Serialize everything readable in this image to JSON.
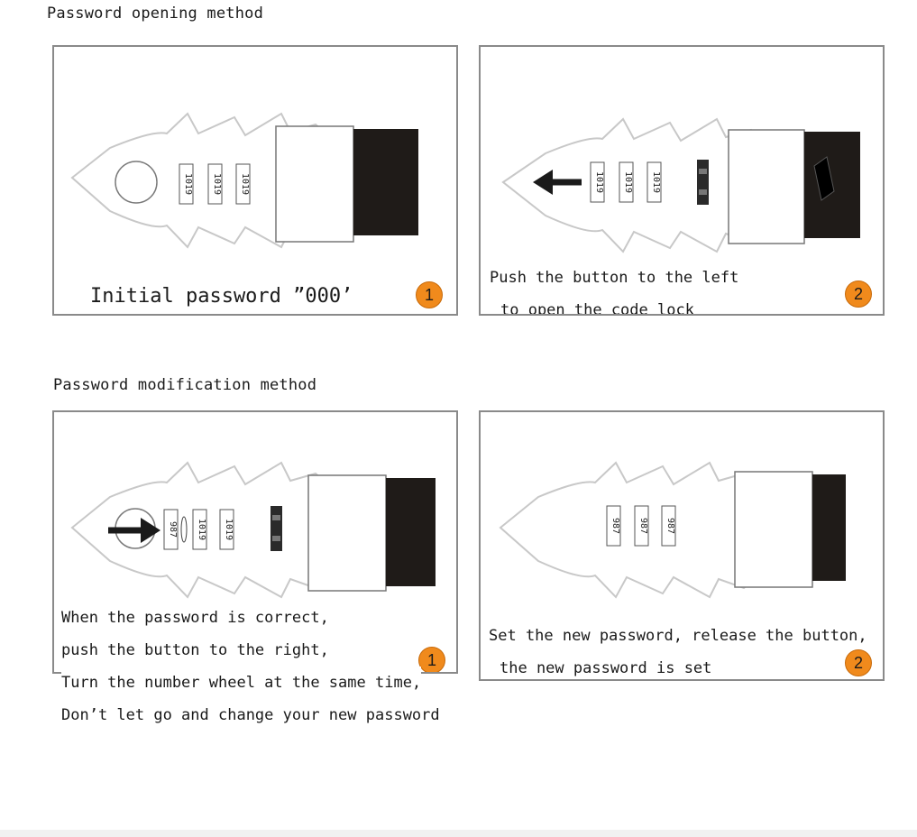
{
  "sections": {
    "opening": {
      "heading": "Password opening method"
    },
    "modification": {
      "heading": "Password modification method"
    }
  },
  "panels": [
    {
      "id": "open-1",
      "badge": "1",
      "wheel_digits": [
        [
          "1",
          "0",
          "1",
          "9"
        ],
        [
          "1",
          "0",
          "1",
          "9"
        ],
        [
          "1",
          "0",
          "1",
          "9"
        ]
      ],
      "caption_lines": [
        "Initial password ”000’"
      ]
    },
    {
      "id": "open-2",
      "badge": "2",
      "wheel_digits": [
        [
          "1",
          "0",
          "1",
          "9"
        ],
        [
          "1",
          "0",
          "1",
          "9"
        ],
        [
          "1",
          "0",
          "1",
          "9"
        ]
      ],
      "arrow": "left",
      "caption_lines": [
        "Push the button to the left",
        "to open the code lock"
      ]
    },
    {
      "id": "modify-1",
      "badge": "1",
      "wheel_digits": [
        [
          "9",
          "8",
          "7"
        ],
        [
          "1",
          "0",
          "1",
          "9"
        ],
        [
          "1",
          "0",
          "1",
          "9"
        ]
      ],
      "arrow": "right",
      "caption_lines": [
        "When the password is correct,",
        "push the button to the right,",
        "Turn the number wheel at the same time,",
        "Don’t let go and change your new password"
      ]
    },
    {
      "id": "modify-2",
      "badge": "2",
      "wheel_digits": [
        [
          "9",
          "8",
          "7"
        ],
        [
          "9",
          "8",
          "7"
        ],
        [
          "9",
          "8",
          "7"
        ]
      ],
      "caption_lines": [
        "Set the new password, release the button,",
        "the new password is set"
      ]
    }
  ],
  "colors": {
    "badge": "#f08a1c",
    "panel_border": "#8a8a8a",
    "lock_body": "#1f1b18"
  }
}
